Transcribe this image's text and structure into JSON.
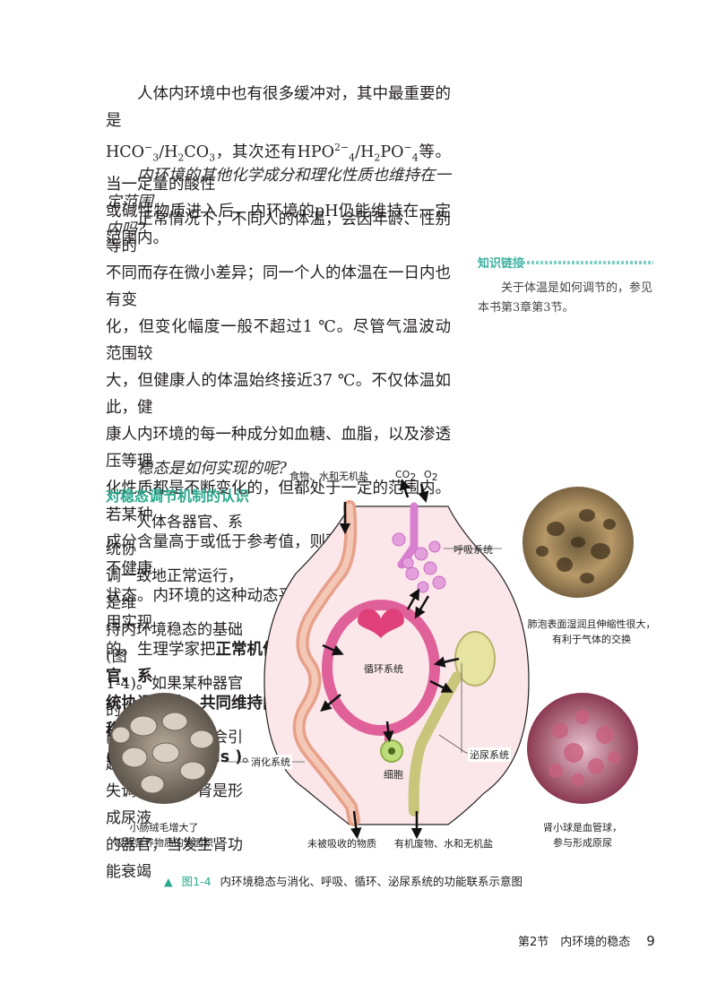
{
  "body": {
    "p1": {
      "l1": "人体内环境中也有很多缓冲对，其中最重要的是",
      "l2a": "HCO",
      "l2b": "/H",
      "l2c": "CO",
      "l2d": "，其次还有HPO",
      "l2e": "/H",
      "l2f": "PO",
      "l2g": "等。当一定量的酸性",
      "l3": "或碱性物质进入后，内环境的pH仍能维持在一定范围内。"
    },
    "q1": {
      "l1": "内环境的其他化学成分和理化性质也维持在一定范围",
      "l2": "内吗?"
    },
    "p2": {
      "l1": "正常情况下，不同人的体温，会因年龄、性别等的",
      "l2": "不同而存在微小差异；同一个人的体温在一日内也有变",
      "l3": "化，但变化幅度一般不超过1 ℃。尽管气温波动范围较",
      "l4": "大，但健康人的体温始终接近37 ℃。不仅体温如此，健",
      "l5": "康人内环境的每一种成分如血糖、血脂，以及渗透压等理",
      "l6": "化性质都是不断变化的，但都处于一定的范围内。若某种",
      "l7": "成分含量高于或低于参考值，则预示机体可能处于不健康",
      "l8": "状态。内环境的这种动态平衡是通过机体的调节作用实现",
      "l9a": "的。生理学家把",
      "l9b": "正常机体通过调节作用，使各个器官、系",
      "l10": "统协调活动，共同维持内环境的相对稳定状态叫作稳态",
      "l11": "( homeostasis )",
      "l11end": "。"
    },
    "q2": "稳态是如何实现的呢?"
  },
  "sidebar": {
    "title": "知识链接",
    "text": "关于体温是如何调节的，参见本书第3章第3节。"
  },
  "section": {
    "heading": "对稳态调节机制的认识",
    "lines": [
      "人体各器官、系统协",
      "调一致地正常运行，是维",
      "持内环境稳态的基础(图",
      "1-4)。如果某种器官的功",
      "能出现障碍，就会引起稳态",
      "失调。例如，肾是形成尿液",
      "的器官，当发生肾功能衰竭"
    ]
  },
  "figure": {
    "labels": {
      "food": "食物、水和无机盐",
      "co2": "CO",
      "o2": "O",
      "sub2": "2",
      "respiratory": "呼吸系统",
      "circulatory": "循环系统",
      "cell": "细胞",
      "digestive": "消化系统",
      "urinary": "泌尿系统",
      "unabsorbed": "未被吸收的物质",
      "waste": "有机废物、水和无机盐"
    },
    "notes": {
      "lung1": "肺泡表面湿润且伸缩性很大，",
      "lung2": "有利于气体的交换",
      "intestine1": "小肠绒毛增大了",
      "intestine2": "吸收营养物质的表面积",
      "kidney1": "肾小球是血管球，",
      "kidney2": "参与形成原尿"
    },
    "caption_num": "图1-4",
    "caption": "内环境稳态与消化、呼吸、循环、泌尿系统的功能联系示意图"
  },
  "footer": {
    "section": "第2节　内环境的稳态",
    "page": "9"
  },
  "colors": {
    "accent": "#2aa98e",
    "diagram_fill": "#fbe7ea",
    "circulatory": "#e0609a",
    "respiratory": "#d97fd0",
    "urinary": "#c9c57a"
  }
}
